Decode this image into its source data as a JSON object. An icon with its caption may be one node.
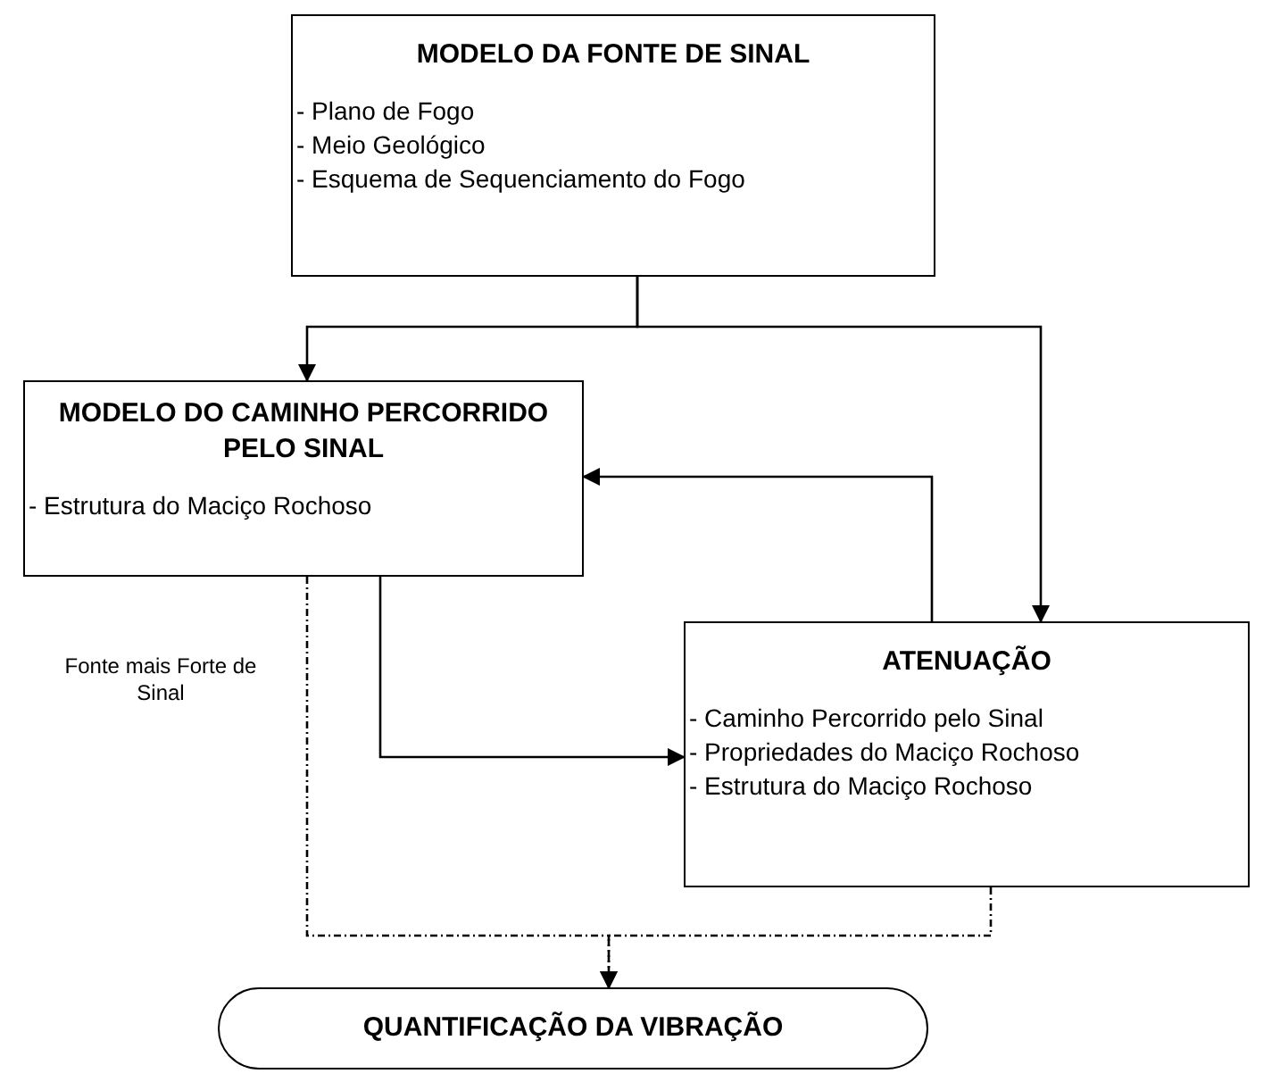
{
  "diagram": {
    "nodes": [
      {
        "text": [
          "MODELO DA FONTE DE SINAL",
          "- Plano de Fogo",
          "- Meio Geológico",
          "- Esquema de Sequenciamento do Fogo"
        ]
      },
      {
        "text": [
          "MODELO DO CAMINHO PERCORRIDO PELO SINAL",
          "- Estrutura do Maciço Rochoso"
        ]
      },
      {
        "text": [
          "ATENUAÇÃO",
          "- Caminho Percorrido pelo Sinal",
          "- Propriedades do Maciço Rochoso",
          "- Estrutura do Maciço Rochoso"
        ]
      },
      {
        "text": [
          "QUANTIFICAÇÃO DA VIBRAÇÃO"
        ]
      }
    ],
    "edges": [
      {
        "from": 0,
        "to": 1,
        "arrow": "to"
      },
      {
        "from": 0,
        "to": 2,
        "arrow": "to"
      },
      {
        "from": 2,
        "to": 1,
        "arrow": "to"
      },
      {
        "from": 1,
        "to": 2,
        "arrow": "to"
      },
      {
        "from": 1,
        "to": 3,
        "arrow": "to",
        "style": "dashed",
        "label": "Fonte mais Forte de Sinal"
      },
      {
        "from": 2,
        "to": 3,
        "arrow": "to",
        "style": "dashed"
      }
    ]
  }
}
